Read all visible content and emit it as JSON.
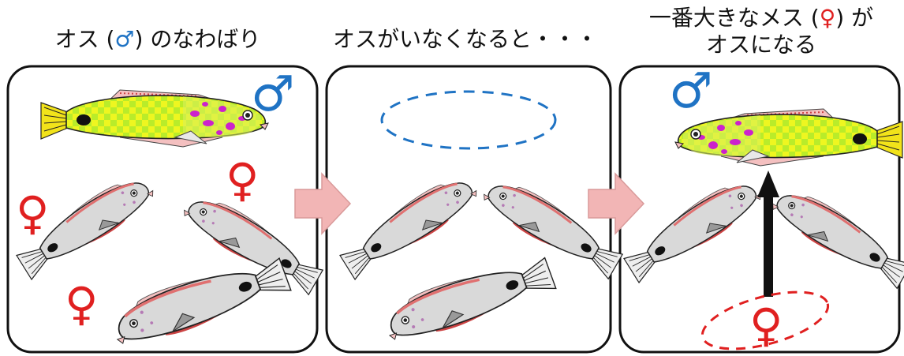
{
  "panels": [
    {
      "title_before": "オス (",
      "title_symbol": "♂",
      "title_after": ") のなわばり"
    },
    {
      "title": "オスがいなくなると・・・"
    },
    {
      "line1_before": "一番大きなメス (",
      "line1_symbol": "♀",
      "line1_after": ") が",
      "line2": "オスになる"
    }
  ],
  "symbols": {
    "male": "♂",
    "female": "♀"
  },
  "colors": {
    "male": "#1f73c4",
    "female": "#e02020",
    "male_fish_body": "#e6f51a",
    "female_fish_body": "#d9d9d9",
    "arrow_fill": "#f2b5b5"
  }
}
